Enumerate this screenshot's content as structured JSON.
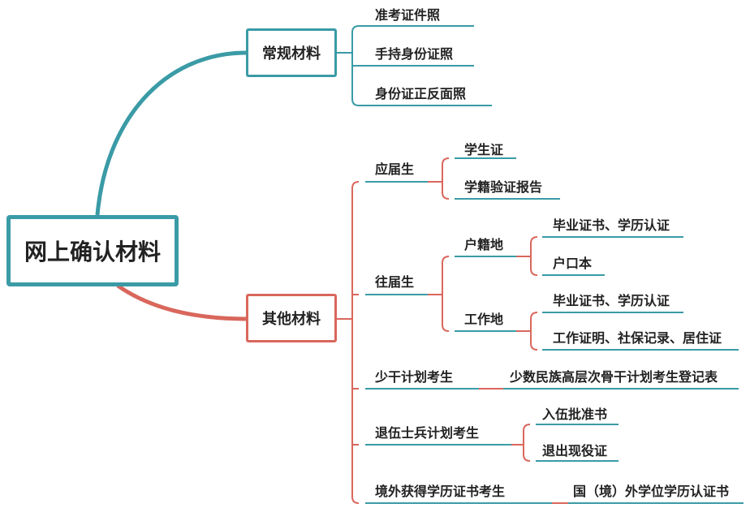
{
  "root": "网上确认材料",
  "regular": {
    "label": "常规材料",
    "items": [
      "准考证件照",
      "手持身份证照",
      "身份证正反面照"
    ]
  },
  "other": {
    "label": "其他材料",
    "fresh": {
      "label": "应届生",
      "items": [
        "学生证",
        "学籍验证报告"
      ]
    },
    "past": {
      "label": "往届生",
      "hukou": {
        "label": "户籍地",
        "items": [
          "毕业证书、学历认证",
          "户口本"
        ]
      },
      "work": {
        "label": "工作地",
        "items": [
          "毕业证书、学历认证",
          "工作证明、社保记录、居住证"
        ]
      }
    },
    "minority": {
      "label": "少干计划考生",
      "items": [
        "少数民族高层次骨干计划考生登记表"
      ]
    },
    "veteran": {
      "label": "退伍士兵计划考生",
      "items": [
        "入伍批准书",
        "退出现役证"
      ]
    },
    "overseas": {
      "label": "境外获得学历证书考生",
      "items": [
        "国（境）外学位学历认证书"
      ]
    }
  },
  "colors": {
    "teal": "#3a9ba6",
    "red": "#d9675c",
    "underline": "#3a9ba6"
  }
}
